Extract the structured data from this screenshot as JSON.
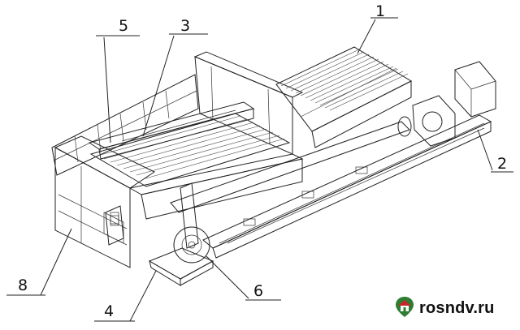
{
  "figure": {
    "callouts": [
      {
        "id": "c1",
        "label": "1"
      },
      {
        "id": "c2",
        "label": "2"
      },
      {
        "id": "c3",
        "label": "3"
      },
      {
        "id": "c4",
        "label": "4"
      },
      {
        "id": "c5",
        "label": "5"
      },
      {
        "id": "c6",
        "label": "6"
      },
      {
        "id": "c8",
        "label": "8"
      }
    ]
  },
  "watermark": {
    "text": "rosndv.ru",
    "icon": "house-pin-icon",
    "colors": {
      "roof": "#c62828",
      "house": "#2e7d32"
    }
  }
}
